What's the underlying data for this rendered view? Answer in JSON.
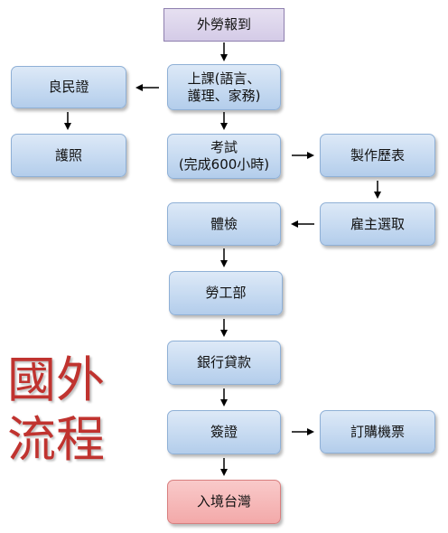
{
  "title": "國外\n流程",
  "nodes": {
    "arrival": "外勞報到",
    "classes": "上課(語言、\n護理、家務)",
    "citizen_id": "良民證",
    "passport": "護照",
    "exam": "考試\n(完成600小時)",
    "resume": "製作歷表",
    "employer_select": "雇主選取",
    "health_check": "體檢",
    "labor_ministry": "勞工部",
    "bank_loan": "銀行貸款",
    "visa": "簽證",
    "book_ticket": "訂購機票",
    "enter_taiwan": "入境台灣"
  },
  "colors": {
    "title": "#c0332f",
    "node_fill": "#c6daf1",
    "start_fill": "#d4cbe7",
    "end_fill": "#f3a9a9",
    "arrow": "#000000"
  }
}
